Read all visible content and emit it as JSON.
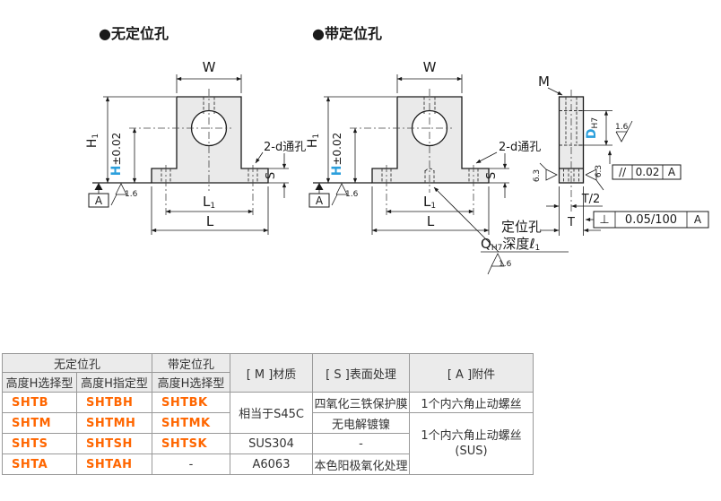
{
  "window": {
    "bg": "#ffffff"
  },
  "colors": {
    "accent_blue": "#2B9FDC",
    "part_orange": "#FF6600",
    "body_fill": "#EAEAEA",
    "line": "#1a1a1a",
    "table_border": "#999999",
    "table_header_bg": "#EBEBEB",
    "text_dark": "#333333"
  },
  "titles": {
    "left": "●无定位孔",
    "right": "●带定位孔"
  },
  "dims": {
    "w": "W",
    "h1_main": "H",
    "h1_sub": "1",
    "h_main": "H",
    "h_tol": "±0.02",
    "l1_main": "L",
    "l1_sub": "1",
    "l": "L",
    "s": "S",
    "thru_hole": "2-d通孔",
    "datum": "A",
    "r16": "1.6",
    "r63": "6.3",
    "m": "M",
    "d_main": "D",
    "d_fit": "H7",
    "t_half": "T/2",
    "t": "T"
  },
  "gdt": {
    "parallel_sym": "//",
    "parallel_val": "0.02",
    "parallel_ref": "A",
    "perp_sym": "⊥",
    "perp_val": "0.05/100",
    "perp_ref": "A"
  },
  "locating": {
    "name": "定位孔",
    "q": "Q",
    "fit": "H7",
    "depth": "深度",
    "ell": "ℓ",
    "ell_sub": "1"
  },
  "table": {
    "headers": {
      "no_hole": "无定位孔",
      "with_hole": "带定位孔",
      "h_select": "高度H选择型",
      "h_specify": "高度H指定型",
      "material": "[ M ]材质",
      "surface": "[ S ]表面处理",
      "accessory": "[ A ]附件"
    },
    "parts": [
      [
        "SHTB",
        "SHTBH",
        "SHTBK"
      ],
      [
        "SHTM",
        "SHTMH",
        "SHTMK"
      ],
      [
        "SHTS",
        "SHTSH",
        "SHTSK"
      ],
      [
        "SHTA",
        "SHTAH",
        "-"
      ]
    ],
    "material": {
      "row12": "相当于S45C",
      "row3": "SUS304",
      "row4": "A6063"
    },
    "surface": {
      "row1": "四氧化三铁保护膜",
      "row2": "无电解镀镍",
      "row3": "-",
      "row4": "本色阳极氧化处理"
    },
    "accessory": {
      "row1": "1个内六角止动螺丝",
      "row234_l1": "1个内六角止动螺丝",
      "row234_l2": "(SUS)"
    }
  }
}
